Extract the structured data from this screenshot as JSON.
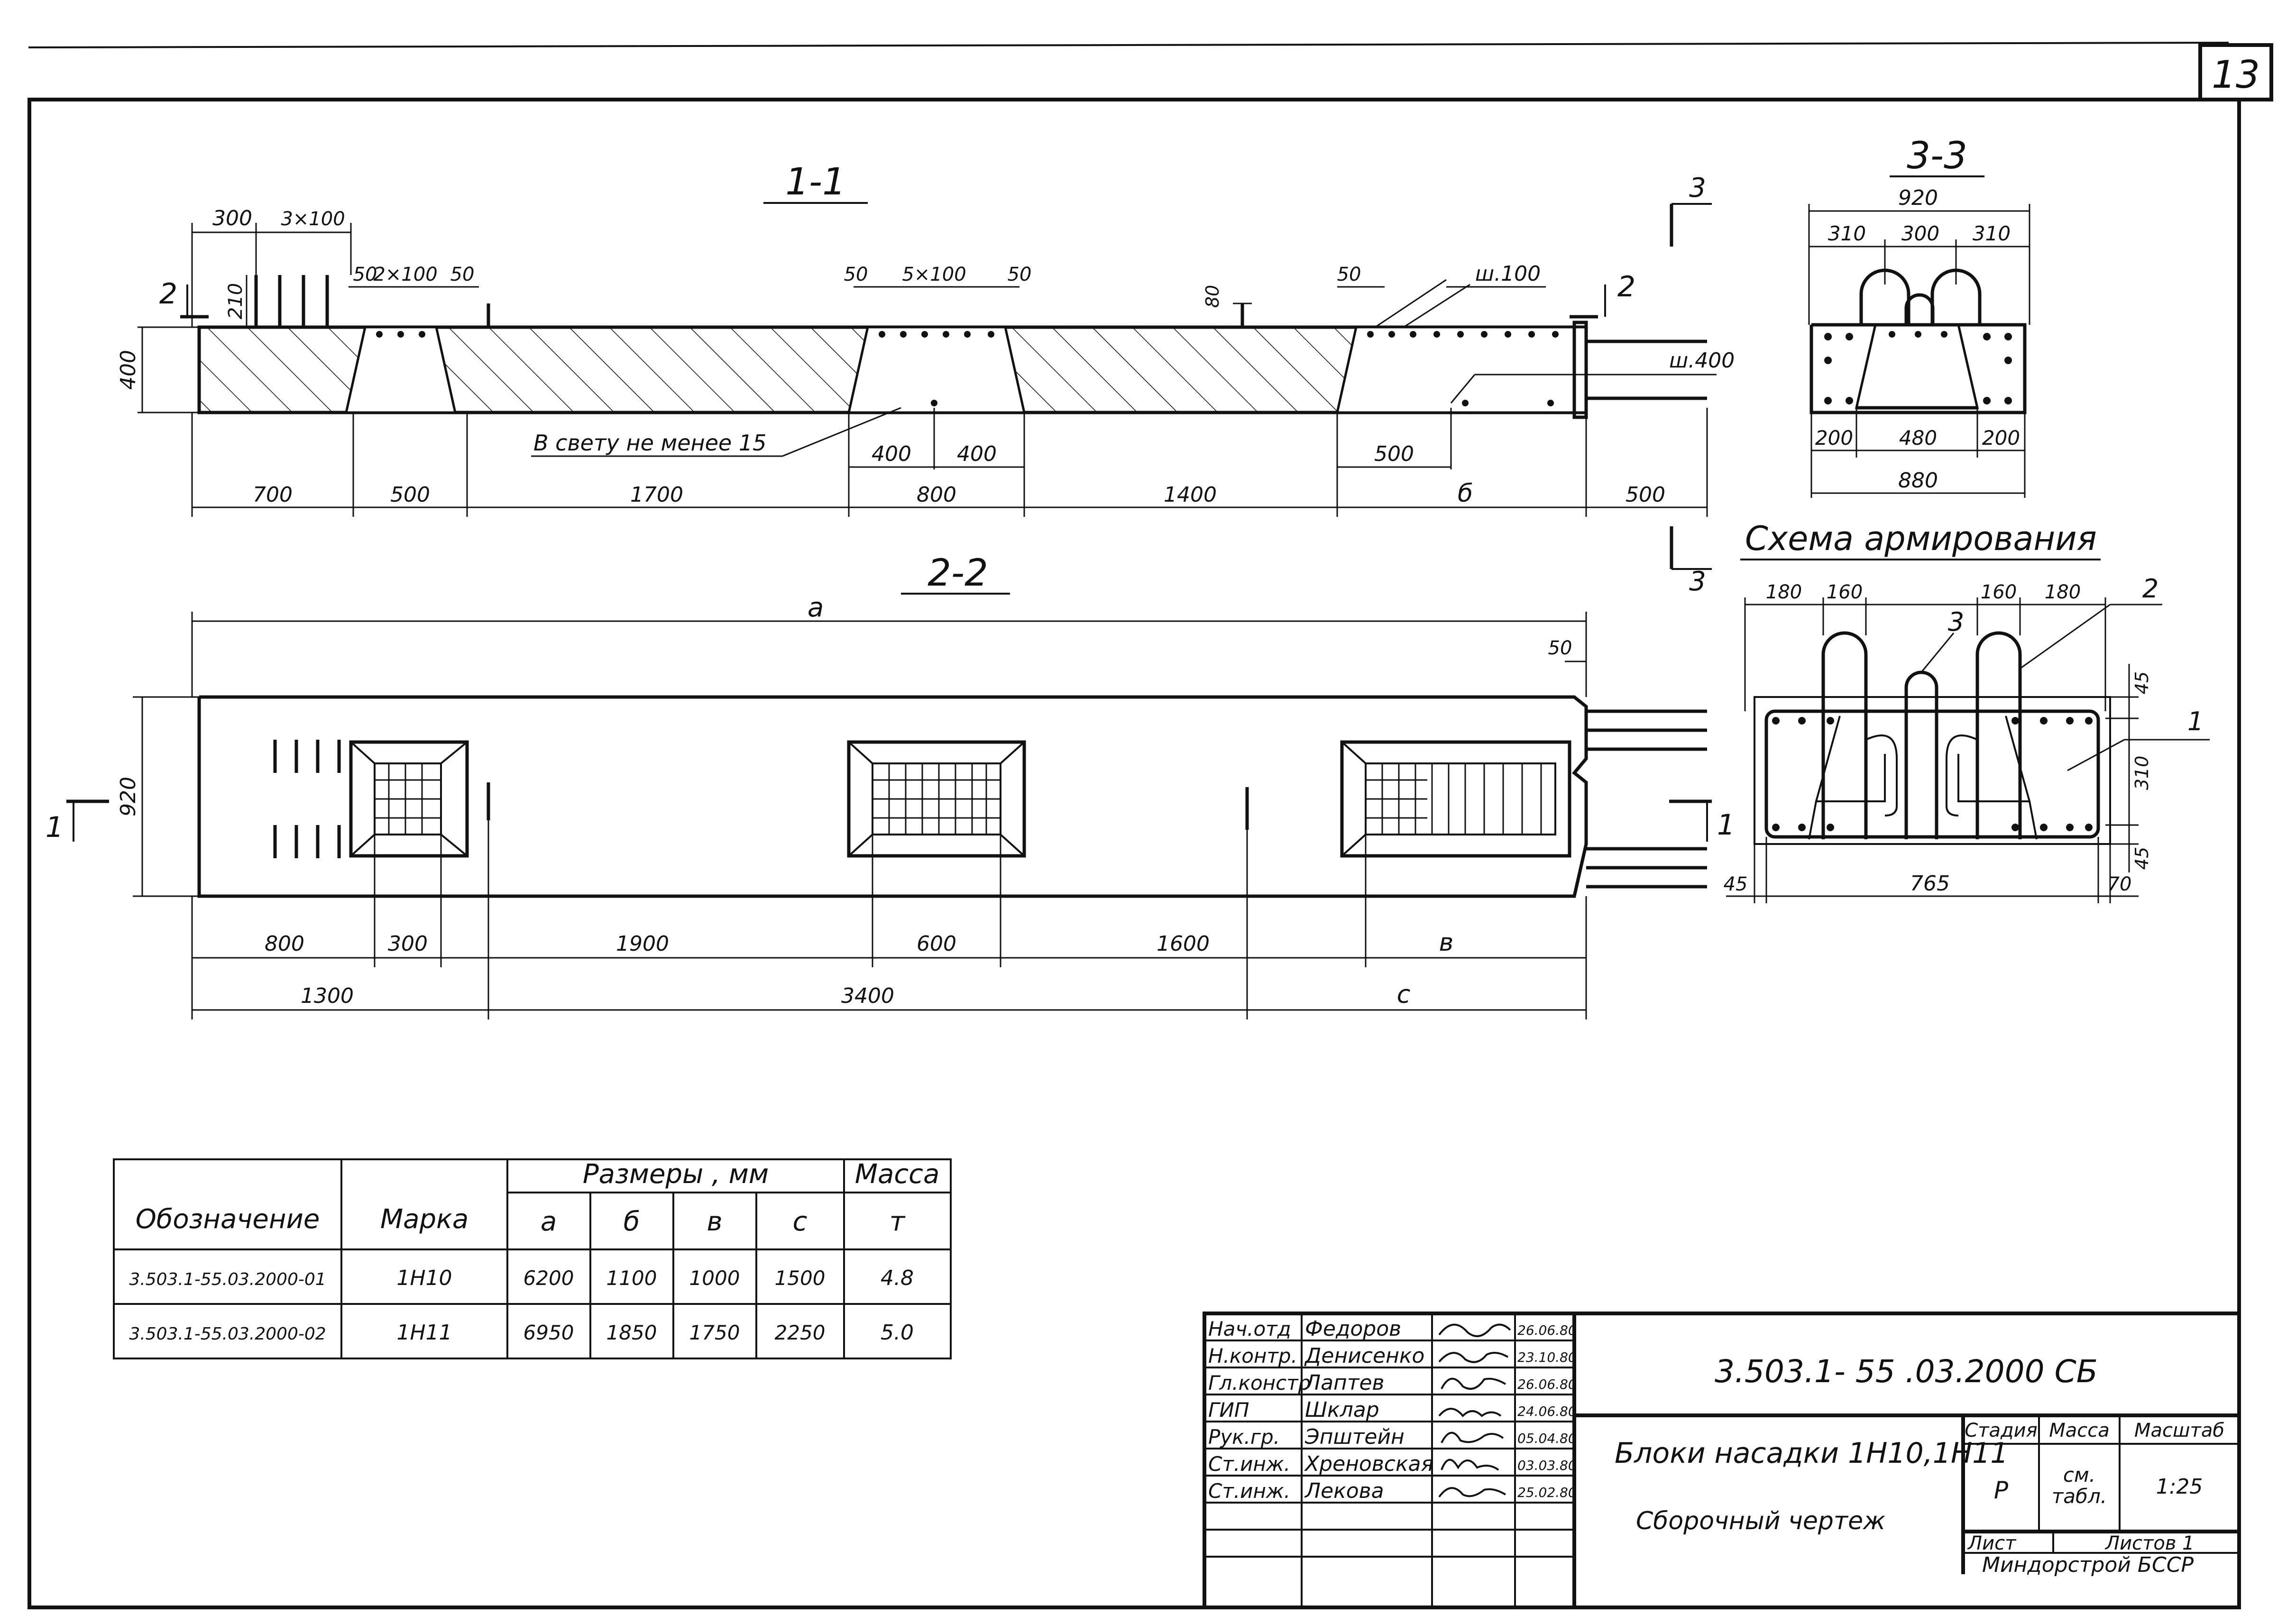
{
  "sheet": {
    "number": "13",
    "doc_code": "3.503.1- 55 .03.2000 СБ",
    "title_line1": "Блоки насадки 1Н10,1Н11",
    "title_line2": "Сборочный чертеж",
    "stage_header": "Стадия",
    "mass_header": "Масса",
    "scale_header": "Масштаб",
    "stage_value": "Р",
    "mass_value_1": "см.",
    "mass_value_2": "табл.",
    "scale_value": "1:25",
    "sheet_label": "Лист",
    "sheets_label": "Листов 1",
    "organization": "Миндорстрой БССР"
  },
  "signatures": [
    {
      "role": "Нач.отд",
      "name": "Федоров",
      "date": "26.06.80"
    },
    {
      "role": "Н.контр.",
      "name": "Денисенко",
      "date": "23.10.80"
    },
    {
      "role": "Гл.констр",
      "name": "Лаптев",
      "date": "26.06.80"
    },
    {
      "role": "ГИП",
      "name": "Шклар",
      "date": "24.06.80"
    },
    {
      "role": "Рук.гр.",
      "name": "Эпштейн",
      "date": "05.04.80"
    },
    {
      "role": "Ст.инж.",
      "name": "Хреновская",
      "date": "03.03.80"
    },
    {
      "role": "Ст.инж.",
      "name": "Лекова",
      "date": "25.02.80"
    }
  ],
  "spec_table": {
    "header_designation": "Обозначение",
    "header_mark": "Марка",
    "header_dims": "Размеры , мм",
    "header_mass": "Масса",
    "col_a": "а",
    "col_b": "б",
    "col_v": "в",
    "col_c": "с",
    "col_t": "т",
    "rows": [
      {
        "designation": "3.503.1-55.03.2000-01",
        "mark": "1Н10",
        "a": "6200",
        "b": "1100",
        "v": "1000",
        "c": "1500",
        "mass": "4.8"
      },
      {
        "designation": "3.503.1-55.03.2000-02",
        "mark": "1Н11",
        "a": "6950",
        "b": "1850",
        "v": "1750",
        "c": "2250",
        "mass": "5.0"
      }
    ]
  },
  "section_1_1": {
    "label": "1-1",
    "cut_mark": "2",
    "top_dims": [
      "300",
      "3×100",
      "50",
      "2×100",
      "50",
      "50",
      "5×100",
      "50",
      "50",
      "ш.100"
    ],
    "h_210": "210",
    "h_400": "400",
    "h_80": "80",
    "note": "В свету не менее 15",
    "mid_dims": [
      "400",
      "400",
      "500"
    ],
    "rebar_step": "ш.400",
    "bottom_dims": [
      "700",
      "500",
      "1700",
      "800",
      "1400",
      "б",
      "500"
    ]
  },
  "section_2_2": {
    "label": "2-2",
    "top_dim": "а",
    "dim_50": "50",
    "height": "920",
    "cut_mark": "1",
    "dims_row1": [
      "800",
      "300",
      "1900",
      "600",
      "1600",
      "в"
    ],
    "dims_row2": [
      "1300",
      "3400",
      "с"
    ]
  },
  "section_3_3": {
    "label": "3-3",
    "cut_mark": "3",
    "top_total": "920",
    "top_dims": [
      "310",
      "300",
      "310"
    ],
    "bottom_dims": [
      "200",
      "480",
      "200"
    ],
    "bottom_total": "880"
  },
  "reinforcement": {
    "title": "Схема армирования",
    "top_dims": [
      "180",
      "160",
      "160",
      "180"
    ],
    "callouts": [
      "1",
      "2",
      "3"
    ],
    "right_dims": [
      "45",
      "310",
      "45"
    ],
    "bottom_dims": [
      "45",
      "765",
      "70"
    ]
  },
  "colors": {
    "ink": "#111111",
    "paper": "#ffffff"
  }
}
